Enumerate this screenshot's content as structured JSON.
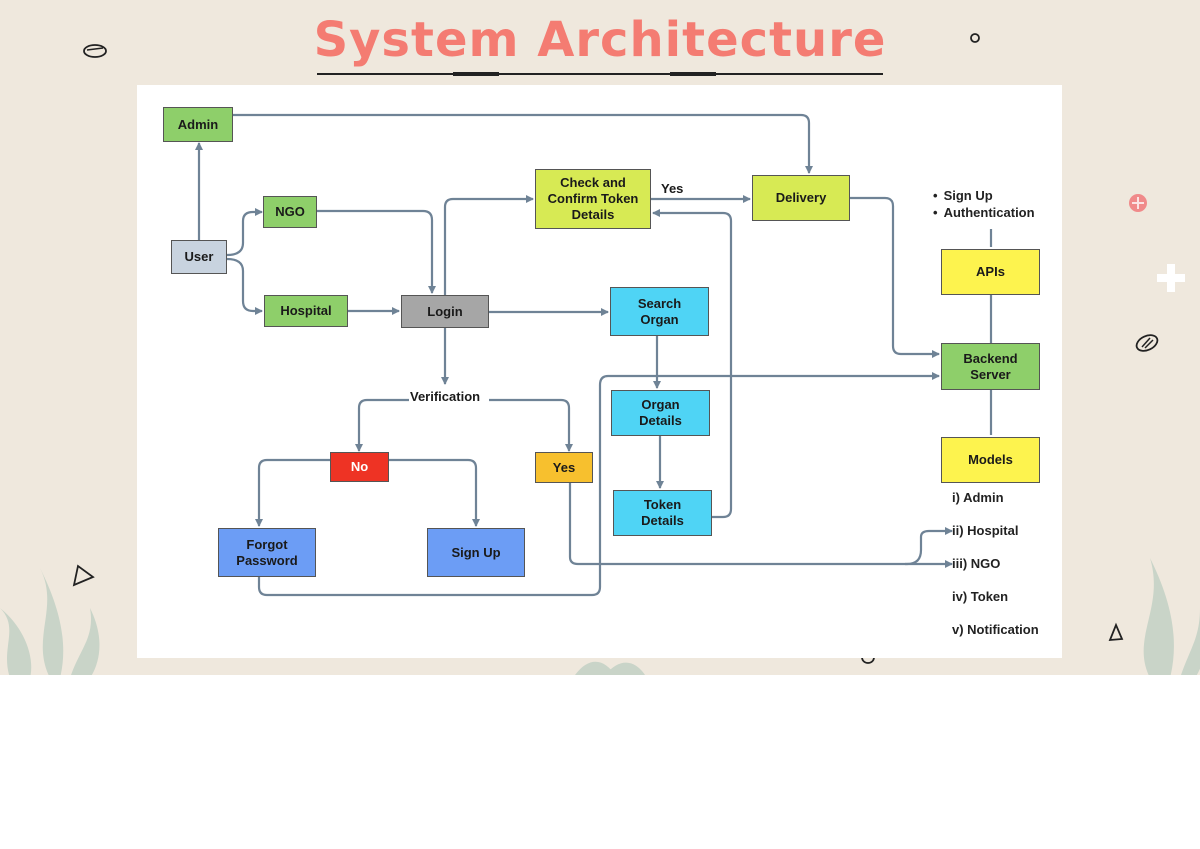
{
  "slide": {
    "title": "System Architecture"
  },
  "diagram": {
    "nodes": {
      "admin": "Admin",
      "user": "User",
      "ngo": "NGO",
      "hospital": "Hospital",
      "login": "Login",
      "check_token": "Check and Confirm Token Details",
      "delivery": "Delivery",
      "search_organ": "Search Organ",
      "organ_details": "Organ Details",
      "token_details": "Token Details",
      "no": "No",
      "yes": "Yes",
      "forgot_password": "Forgot Password",
      "sign_up": "Sign Up",
      "apis": "APIs",
      "backend_server": "Backend Server",
      "models": "Models"
    },
    "edge_labels": {
      "yes": "Yes",
      "verification": "Verification"
    },
    "api_list": [
      "Sign Up",
      "Authentication"
    ],
    "models_list": [
      "i) Admin",
      "ii) Hospital",
      "iii) NGO",
      "iv) Token",
      "v) Notification"
    ],
    "colors": {
      "green": "#8ecf6a",
      "gray_blue": "#c8d3df",
      "gray": "#a6a6a6",
      "yellow_green": "#d7ea54",
      "cyan": "#4fd4f5",
      "red": "#ee3324",
      "orange": "#f7c02e",
      "blue": "#6c9df5",
      "yellow": "#fdf34e",
      "arrow": "#6f8396",
      "title": "#f47c72",
      "background": "#efe8dd"
    }
  }
}
